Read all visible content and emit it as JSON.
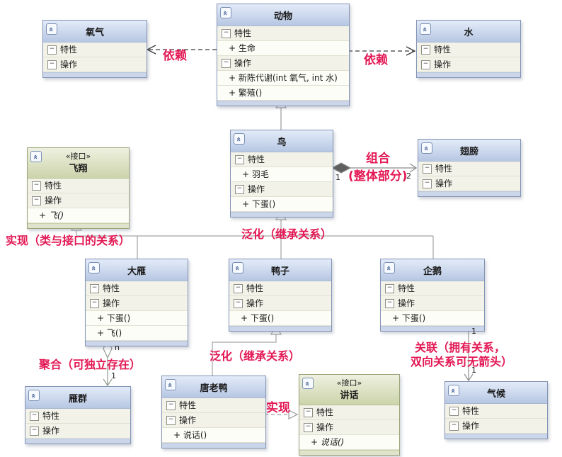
{
  "ui": {
    "attr_label": "特性",
    "op_label": "操作"
  },
  "colors": {
    "annotation_red": "#e31854",
    "class_header": "#c3d0e8",
    "interface_header": "#dde3c7",
    "body_cream": "#f2f2e8",
    "border_blue": "#8495b5",
    "line_gray": "#a0a0a0"
  },
  "classes": {
    "oxygen": {
      "name": "氧气",
      "attrs": [],
      "ops": []
    },
    "animal": {
      "name": "动物",
      "attrs": [
        "+ 生命"
      ],
      "ops": [
        "+ 新陈代谢(int 氧气, int 水)",
        "+ 繁殖()"
      ]
    },
    "water": {
      "name": "水",
      "attrs": [],
      "ops": []
    },
    "bird": {
      "name": "鸟",
      "attrs": [
        "+ 羽毛"
      ],
      "ops": [
        "+ 下蛋()"
      ]
    },
    "wings": {
      "name": "翅膀",
      "attrs": [],
      "ops": []
    },
    "fly": {
      "name": "飞翔",
      "stereotype": "«接口»",
      "attrs": [],
      "ops": [
        "+ 飞()"
      ]
    },
    "wildgoose": {
      "name": "大雁",
      "attrs": [],
      "ops": [
        "+ 下蛋()",
        "+ 飞()"
      ]
    },
    "duck": {
      "name": "鸭子",
      "attrs": [],
      "ops": [
        "+ 下蛋()"
      ]
    },
    "penguin": {
      "name": "企鹅",
      "attrs": [],
      "ops": [
        "+ 下蛋()"
      ]
    },
    "flock": {
      "name": "雁群",
      "attrs": [],
      "ops": []
    },
    "donald": {
      "name": "唐老鸭",
      "attrs": [],
      "ops": [
        "+ 说话()"
      ]
    },
    "speak": {
      "name": "讲话",
      "stereotype": "«接口»",
      "attrs": [],
      "ops": [
        "+ 说话()"
      ]
    },
    "climate": {
      "name": "气候",
      "attrs": [],
      "ops": []
    }
  },
  "annotations": {
    "dep_left": "依赖",
    "dep_right": "依赖",
    "composition_line1": "组合",
    "composition_line2": "(整体部分)",
    "realization_top": "实现（类与接口的关系）",
    "generalization_top": "泛化（继承关系）",
    "aggregation": "聚合（可独立存在）",
    "generalization_bottom": "泛化（继承关系）",
    "realization_bottom": "实现",
    "association_line1": "关联（拥有关系，",
    "association_line2": "双向关系可无箭头）"
  },
  "multiplicities": {
    "comp_source": "1",
    "comp_target": "2",
    "agg_source": "n",
    "agg_target": "1",
    "assoc_source": "1",
    "assoc_target": "1"
  }
}
